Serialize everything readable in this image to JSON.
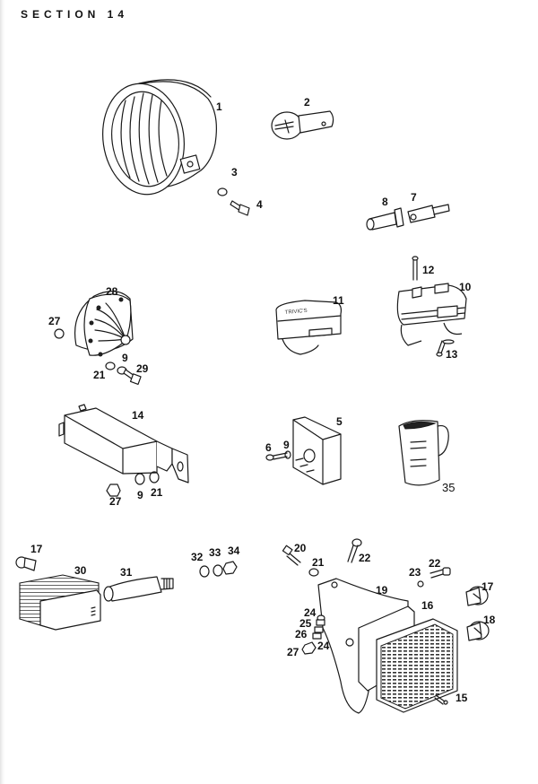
{
  "header": {
    "title": "SECTION 14"
  },
  "parts": [
    {
      "id": "headlamp-shell",
      "number": "1"
    },
    {
      "id": "bulb-bayonet",
      "number": "2"
    },
    {
      "id": "washer-headlamp",
      "number": "3"
    },
    {
      "id": "bolt-headlamp",
      "number": "4"
    },
    {
      "id": "rectifier-block",
      "number": "5"
    },
    {
      "id": "screw-rectifier",
      "number": "6"
    },
    {
      "id": "bulb-holder-stem",
      "number": "7"
    },
    {
      "id": "bulb-holder-body",
      "number": "8"
    },
    {
      "id": "washer-9-a",
      "number": "9"
    },
    {
      "id": "switch-right",
      "number": "10"
    },
    {
      "id": "switch-left",
      "number": "11"
    },
    {
      "id": "screw-switch-top",
      "number": "12"
    },
    {
      "id": "screw-switch-bottom",
      "number": "13"
    },
    {
      "id": "regulator-box",
      "number": "14"
    },
    {
      "id": "screw-tail-lamp",
      "number": "15"
    },
    {
      "id": "tail-lamp-lens",
      "number": "16"
    },
    {
      "id": "bulb-17-a",
      "number": "17"
    },
    {
      "id": "bulb-18",
      "number": "18"
    },
    {
      "id": "tail-lamp-bracket",
      "number": "19"
    },
    {
      "id": "bolt-20",
      "number": "20"
    },
    {
      "id": "washer-21-a",
      "number": "21"
    },
    {
      "id": "bolt-22-a",
      "number": "22"
    },
    {
      "id": "washer-23",
      "number": "23"
    },
    {
      "id": "spacer-24-a",
      "number": "24"
    },
    {
      "id": "spacer-25",
      "number": "25"
    },
    {
      "id": "spacer-26",
      "number": "26"
    },
    {
      "id": "nut-27-a",
      "number": "27"
    },
    {
      "id": "horn",
      "number": "28"
    },
    {
      "id": "bolt-horn",
      "number": "29"
    },
    {
      "id": "indicator-lamp",
      "number": "30"
    },
    {
      "id": "indicator-stem",
      "number": "31"
    },
    {
      "id": "washer-32",
      "number": "32"
    },
    {
      "id": "washer-33",
      "number": "33"
    },
    {
      "id": "nut-34",
      "number": "34"
    },
    {
      "id": "measuring-jug",
      "number": "35"
    }
  ],
  "labels": {
    "l1": "1",
    "l2": "2",
    "l3": "3",
    "l4": "4",
    "l5": "5",
    "l6": "6",
    "l7": "7",
    "l8": "8",
    "l9a": "9",
    "l9b": "9",
    "l9c": "9",
    "l10": "10",
    "l11": "11",
    "l12": "12",
    "l13": "13",
    "l14": "14",
    "l15": "15",
    "l16": "16",
    "l17a": "17",
    "l17b": "17",
    "l18": "18",
    "l19": "19",
    "l20": "20",
    "l21a": "21",
    "l21b": "21",
    "l21c": "21",
    "l22a": "22",
    "l22b": "22",
    "l23": "23",
    "l24a": "24",
    "l24b": "24",
    "l25": "25",
    "l26": "26",
    "l27a": "27",
    "l27b": "27",
    "l27c": "27",
    "l28": "28",
    "l29": "29",
    "l30": "30",
    "l31": "31",
    "l32": "32",
    "l33": "33",
    "l34": "34",
    "l35": "35"
  },
  "switch_text": {
    "left": "TRIVIC'S"
  }
}
